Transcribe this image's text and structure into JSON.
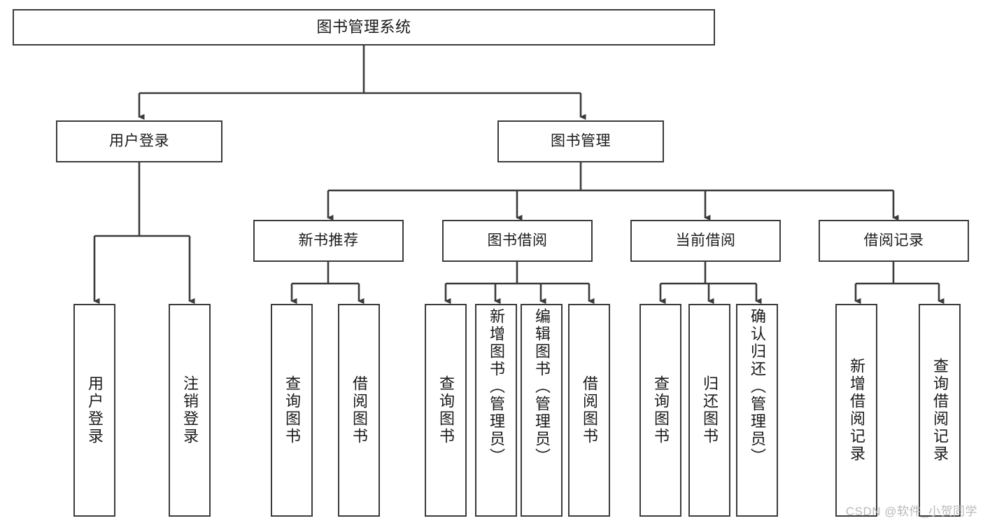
{
  "diagram": {
    "title": "图书管理系统",
    "type": "tree-hierarchy",
    "watermark": "CSDN @软件_小贺同学",
    "colors": {
      "box_border": "#3b3b3b",
      "box_fill": "#ffffff",
      "connector": "#3b3b3b",
      "text": "#1a1a1a",
      "watermark": "#b9b9b9",
      "background": "#ffffff"
    },
    "levels": {
      "level1": [
        {
          "id": "root",
          "label": "图书管理系统",
          "orientation": "horizontal"
        }
      ],
      "level2": [
        {
          "id": "user-login",
          "label": "用户登录",
          "orientation": "horizontal"
        },
        {
          "id": "book-manage",
          "label": "图书管理",
          "orientation": "horizontal"
        }
      ],
      "level3": [
        {
          "id": "new-book-rec",
          "label": "新书推荐",
          "orientation": "horizontal",
          "parent": "book-manage"
        },
        {
          "id": "book-borrow",
          "label": "图书借阅",
          "orientation": "horizontal",
          "parent": "book-manage"
        },
        {
          "id": "current-borrow",
          "label": "当前借阅",
          "orientation": "horizontal",
          "parent": "book-manage"
        },
        {
          "id": "borrow-record",
          "label": "借阅记录",
          "orientation": "horizontal",
          "parent": "book-manage"
        }
      ],
      "level4": [
        {
          "id": "leaf-user-login",
          "label": "用户登录",
          "orientation": "vertical",
          "parent": "user-login"
        },
        {
          "id": "leaf-logout",
          "label": "注销登录",
          "orientation": "vertical",
          "parent": "user-login"
        },
        {
          "id": "leaf-query-book-1",
          "label": "查询图书",
          "orientation": "vertical",
          "parent": "new-book-rec"
        },
        {
          "id": "leaf-borrow-book-1",
          "label": "借阅图书",
          "orientation": "vertical",
          "parent": "new-book-rec"
        },
        {
          "id": "leaf-query-book-2",
          "label": "查询图书",
          "orientation": "vertical",
          "parent": "book-borrow"
        },
        {
          "id": "leaf-add-book",
          "label": "新增图书（管理员）",
          "orientation": "vertical",
          "parent": "book-borrow"
        },
        {
          "id": "leaf-edit-book",
          "label": "编辑图书（管理员）",
          "orientation": "vertical",
          "parent": "book-borrow"
        },
        {
          "id": "leaf-borrow-book-2",
          "label": "借阅图书",
          "orientation": "vertical",
          "parent": "book-borrow"
        },
        {
          "id": "leaf-query-book-3",
          "label": "查询图书",
          "orientation": "vertical",
          "parent": "current-borrow"
        },
        {
          "id": "leaf-return-book",
          "label": "归还图书",
          "orientation": "vertical",
          "parent": "current-borrow"
        },
        {
          "id": "leaf-confirm-return",
          "label": "确认归还（管理员）",
          "orientation": "vertical",
          "parent": "current-borrow"
        },
        {
          "id": "leaf-add-record",
          "label": "新增借阅记录",
          "orientation": "vertical",
          "parent": "borrow-record"
        },
        {
          "id": "leaf-query-record",
          "label": "查询借阅记录",
          "orientation": "vertical",
          "parent": "borrow-record"
        }
      ]
    }
  }
}
